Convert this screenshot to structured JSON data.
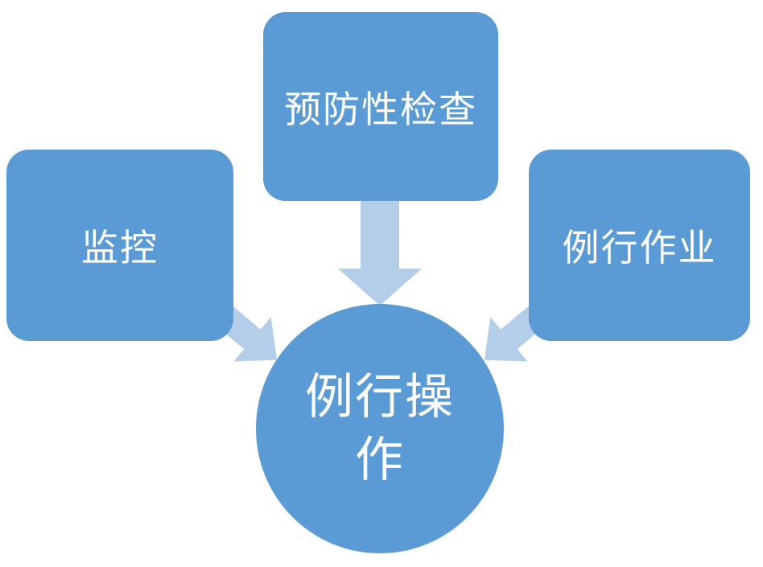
{
  "diagram": {
    "type": "converging-flow",
    "nodes": {
      "monitoring": {
        "label": "监控",
        "shape": "rounded-rectangle",
        "position": "left"
      },
      "preventive_inspection": {
        "label": "预防性检查",
        "shape": "rounded-rectangle",
        "position": "top-center"
      },
      "routine_work": {
        "label": "例行作业",
        "shape": "rounded-rectangle",
        "position": "right"
      },
      "routine_operation": {
        "label": "例行操作",
        "shape": "circle",
        "position": "center-bottom"
      }
    },
    "edges": [
      {
        "from": "monitoring",
        "to": "routine_operation",
        "style": "block-arrow"
      },
      {
        "from": "preventive_inspection",
        "to": "routine_operation",
        "style": "block-arrow"
      },
      {
        "from": "routine_work",
        "to": "routine_operation",
        "style": "block-arrow"
      }
    ]
  },
  "colors": {
    "node_fill": "#5b9bd5",
    "arrow_fill": "#b4cde9",
    "label_text": "#ffffff",
    "background": "#ffffff"
  }
}
